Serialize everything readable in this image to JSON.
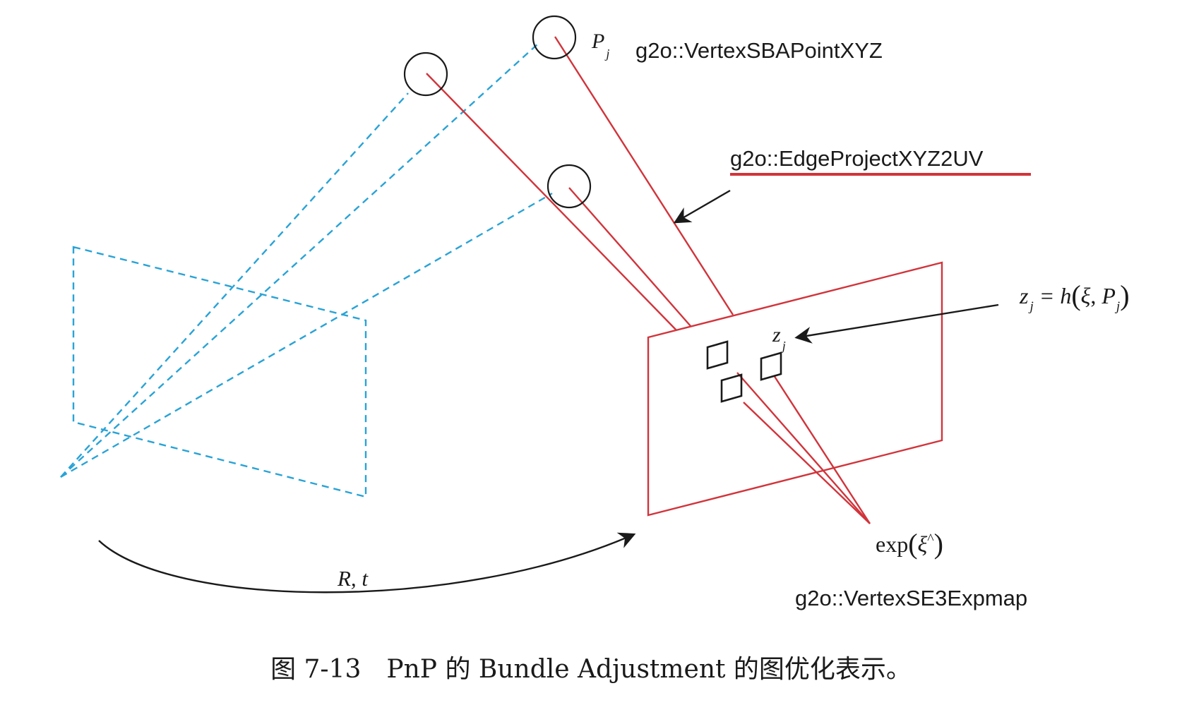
{
  "labels": {
    "point_vertex": "g2o::VertexSBAPointXYZ",
    "edge": "g2o::EdgeProjectXYZ2UV",
    "pose_vertex": "g2o::VertexSE3Expmap",
    "point_symbol": "P",
    "point_subscript": "j",
    "obs_symbol": "z",
    "obs_subscript": "j",
    "measure_lhs": "z",
    "measure_lhs_sub": "j",
    "measure_eq": " = h",
    "measure_open": "(",
    "measure_xi": "ξ",
    "measure_comma": ", ",
    "measure_P": "P",
    "measure_P_sub": "j",
    "measure_close": ")",
    "exp_fn": "exp",
    "exp_open": "(",
    "exp_xi": "ξ",
    "exp_hat": "^",
    "exp_close": ")",
    "motion": "R, t"
  },
  "caption": "图 7-13　PnP 的 Bundle Adjustment 的图优化表示。",
  "colors": {
    "camera_dashed": "#29a3d6",
    "projection_red": "#d1343b",
    "black": "#1a1a1a"
  }
}
